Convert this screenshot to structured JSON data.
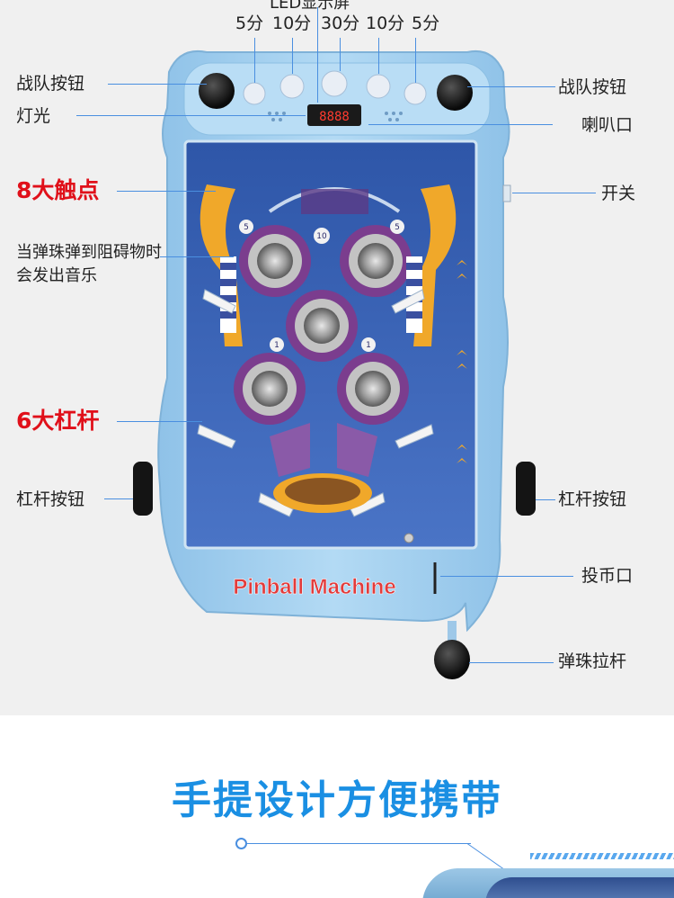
{
  "callouts": {
    "led_display": "LED显示屏",
    "score_5_left": "5分",
    "score_10_left": "10分",
    "score_30": "30分",
    "score_10_right": "10分",
    "score_5_right": "5分",
    "team_button_left": "战队按钮",
    "team_button_right": "战队按钮",
    "light": "灯光",
    "speaker": "喇叭口",
    "eight_contacts": "8大触点",
    "power_switch": "开关",
    "music_note": "当弹珠弹到阻碍物时会发出音乐",
    "six_levers": "6大杠杆",
    "lever_button_left": "杠杆按钮",
    "lever_button_right": "杠杆按钮",
    "coin_slot": "投币口",
    "plunger": "弹珠拉杆"
  },
  "product": {
    "logo_text": "Pinball Machine",
    "led_digits": "8888",
    "bumper_numbers": [
      "5",
      "10",
      "5",
      "1",
      "1"
    ]
  },
  "slogan": "手提设计方便携带",
  "colors": {
    "accent_blue": "#1a8fe3",
    "callout_red": "#e0101a",
    "leader_blue": "#4a8fe0",
    "machine_body": "#a9d3f0",
    "playfield": "#3d64b8"
  }
}
